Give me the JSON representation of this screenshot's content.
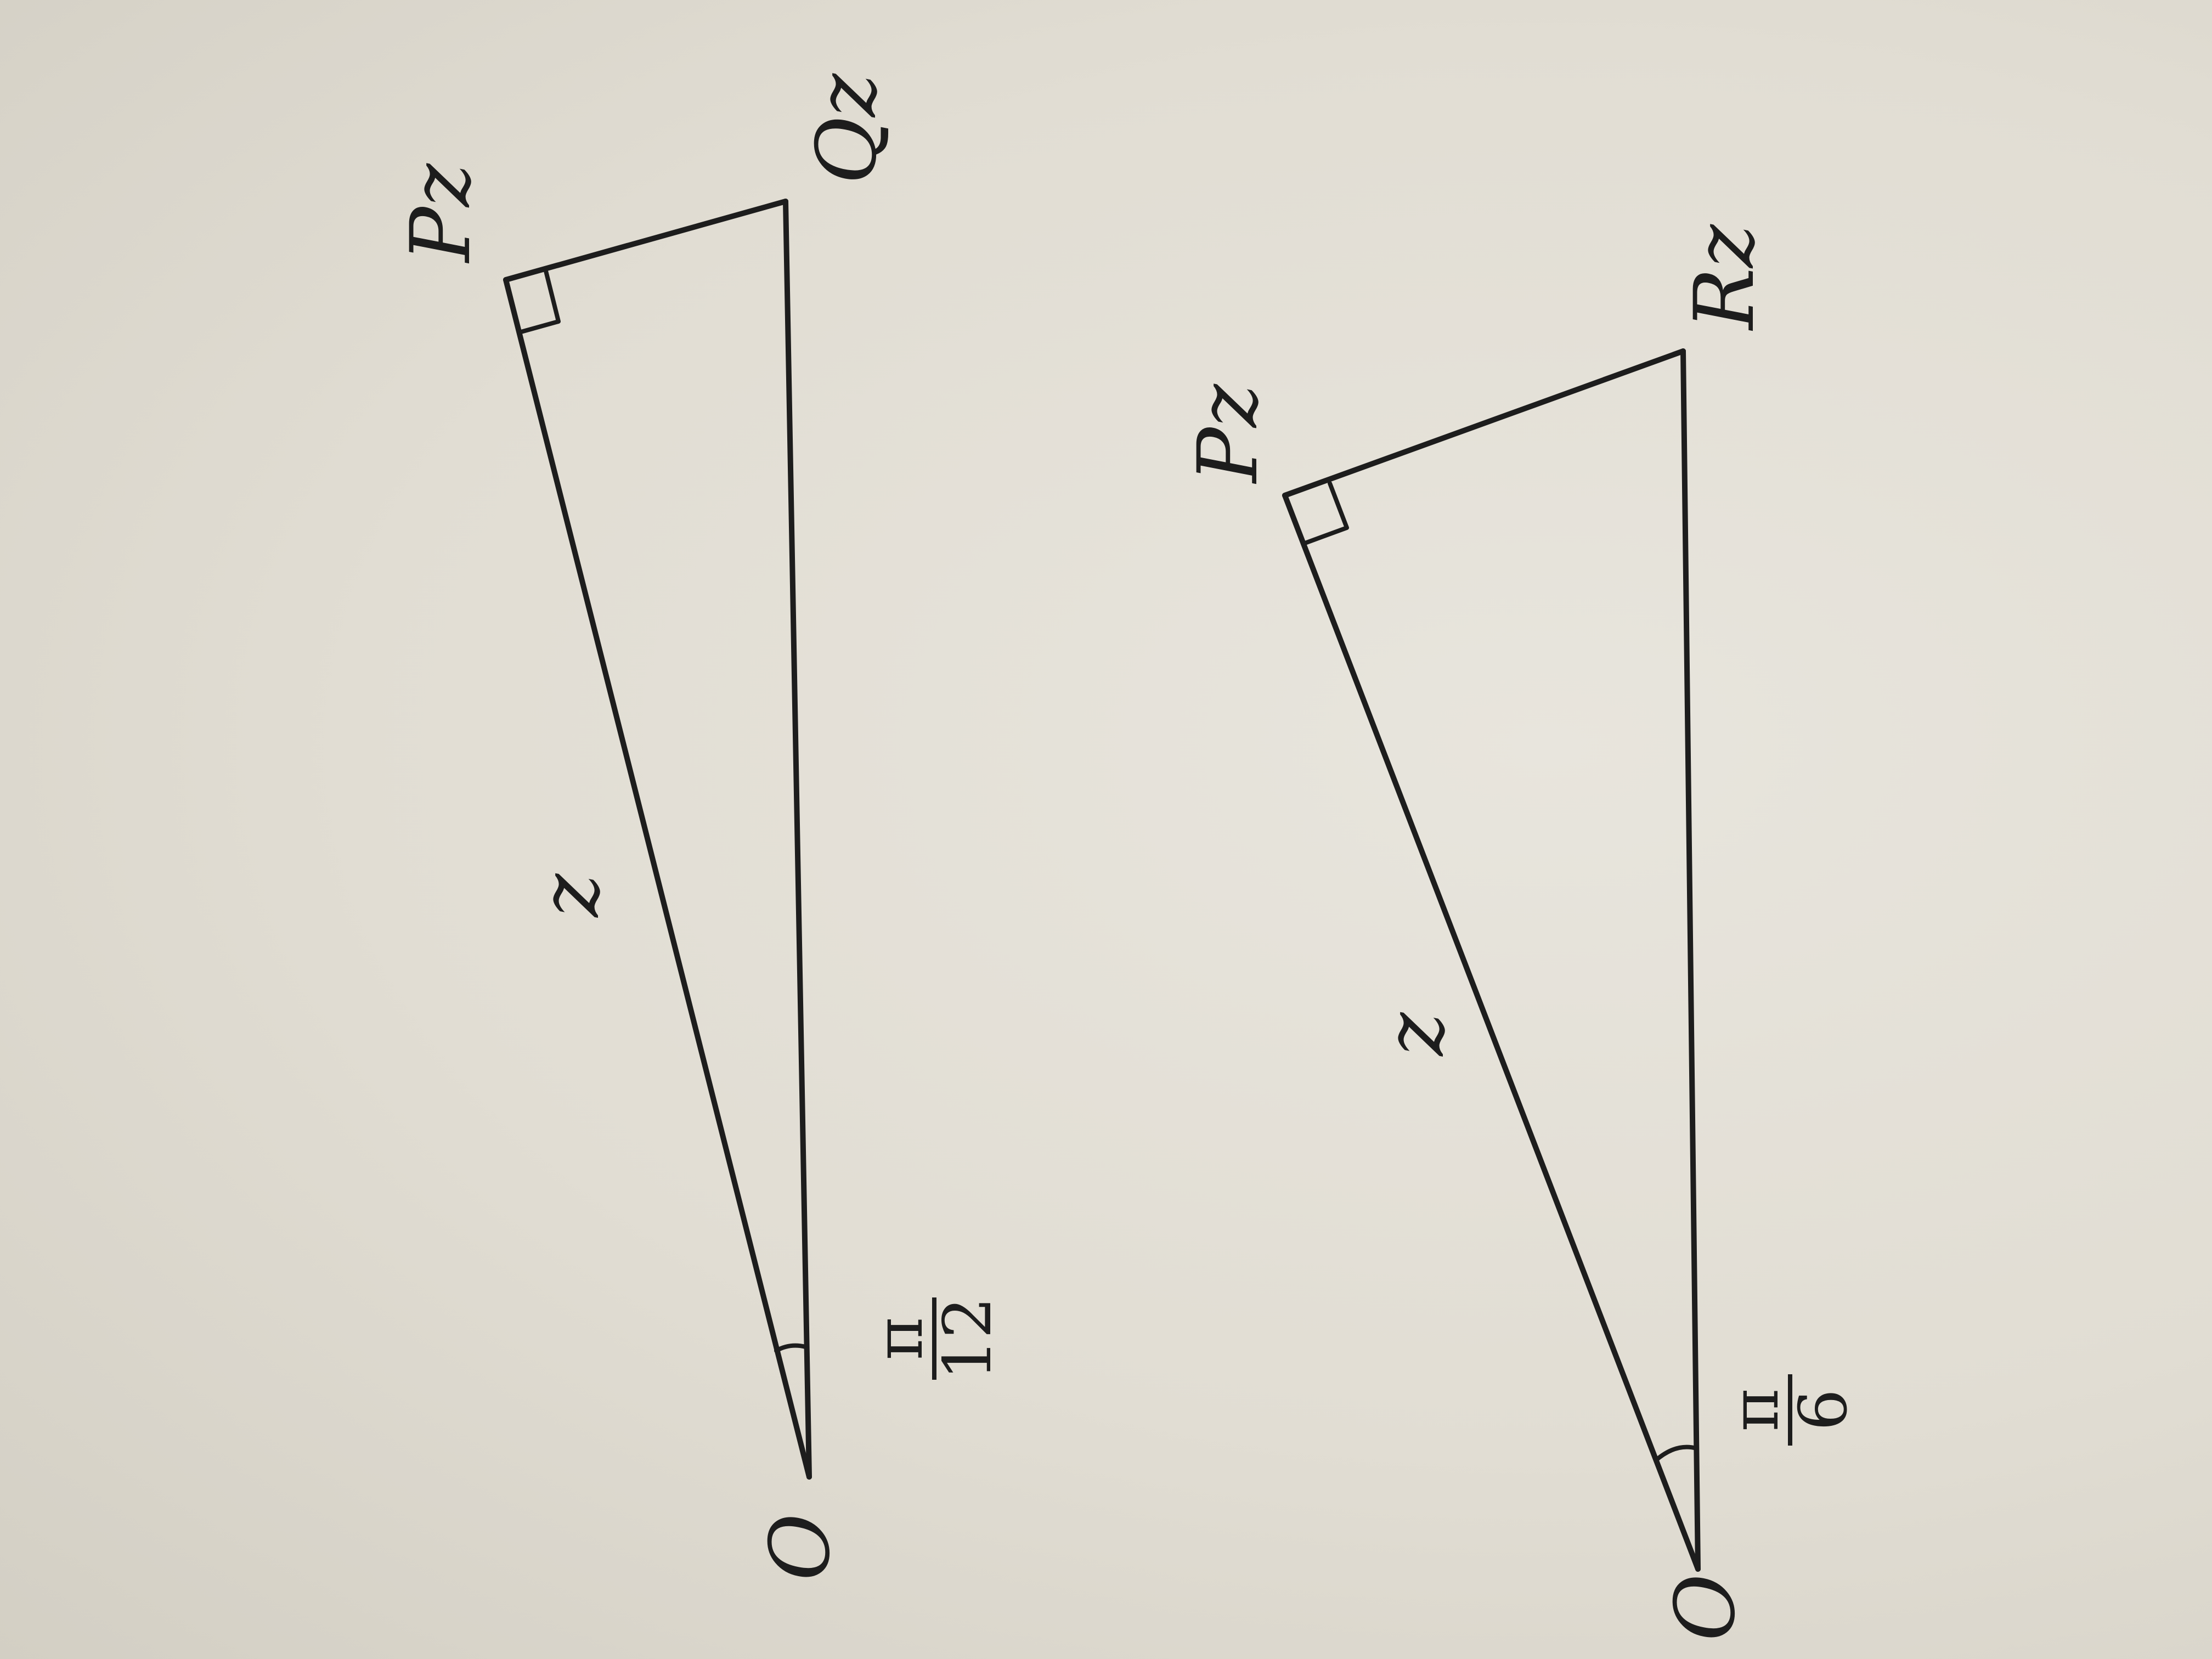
{
  "figure_1": {
    "vertex_o": "O",
    "vertex_p": "Pz",
    "vertex_q": "Qz",
    "side_label": "z",
    "angle_numerator": "π",
    "angle_denominator": "12"
  },
  "figure_2": {
    "vertex_o": "O",
    "vertex_p": "Pz",
    "vertex_r": "Rz",
    "side_label": "z",
    "angle_numerator": "π",
    "angle_denominator": "6"
  },
  "colors": {
    "ink": "#1d1d1d",
    "paper": "#e2dfd6"
  }
}
